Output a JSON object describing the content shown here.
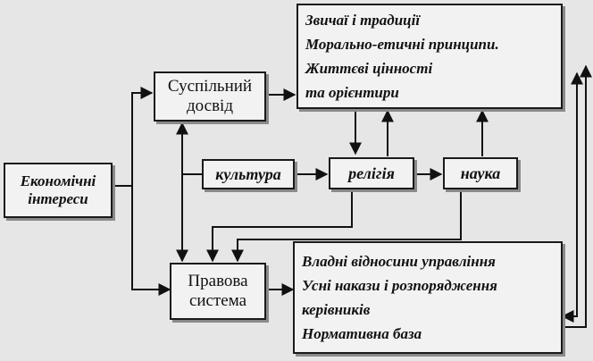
{
  "boxes": {
    "economic_interests": [
      "Економічні",
      "інтереси"
    ],
    "social_experience": [
      "Суспільний",
      "досвід"
    ],
    "legal_system": [
      "Правова",
      "система"
    ],
    "culture": "культура",
    "religion": "релігія",
    "science": "наука",
    "traditions_list": [
      "Звичаї і традиції",
      "Морально-етичні принципи.",
      "Життєві цінності",
      "та орієнтири"
    ],
    "power_list": [
      "Владні відносини управління",
      "Усні накази і розпорядження",
      "керівників",
      "Нормативна база"
    ]
  }
}
